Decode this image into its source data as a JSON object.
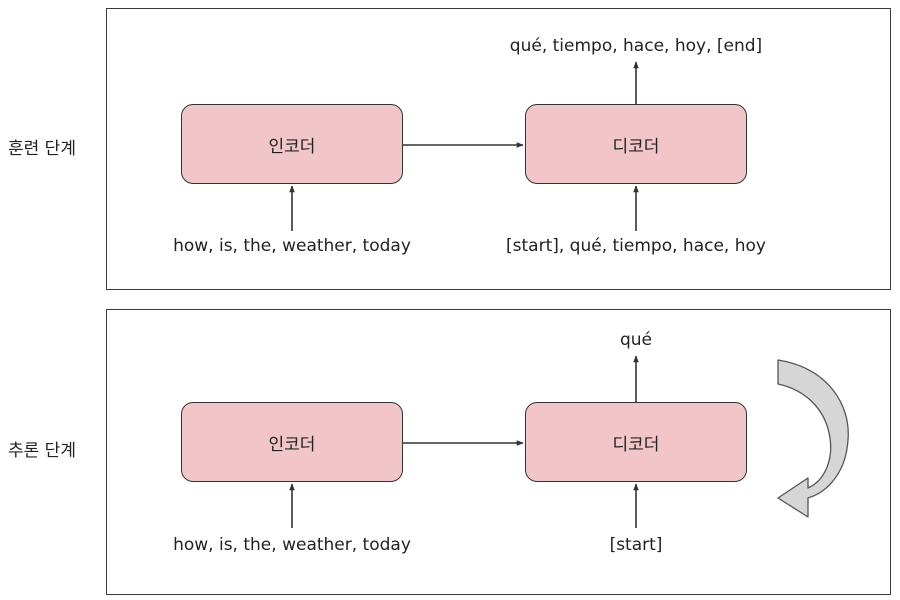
{
  "training": {
    "label": "훈련 단계",
    "encoder_label": "인코더",
    "decoder_label": "디코더",
    "encoder_input": "how, is, the, weather, today",
    "decoder_input": "[start], qué, tiempo, hace, hoy",
    "decoder_output": "qué, tiempo, hace, hoy, [end]"
  },
  "inference": {
    "label": "추론 단계",
    "encoder_label": "인코더",
    "decoder_label": "디코더",
    "encoder_input": "how, is, the, weather, today",
    "decoder_input": "[start]",
    "decoder_output": "qué"
  },
  "icons": {
    "loop_arrow": "curved-feedback-arrow-icon"
  },
  "colors": {
    "block_fill": "#f2c6c9",
    "feedback_arrow_fill": "#d6d6d6"
  }
}
